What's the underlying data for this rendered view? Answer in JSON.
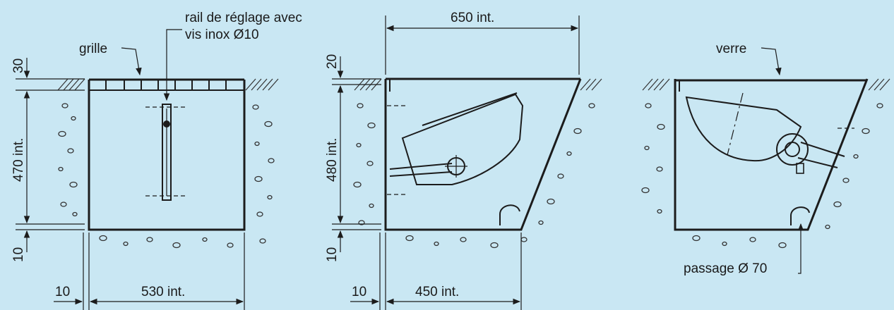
{
  "labels": {
    "grille": "grille",
    "rail_line1": "rail de réglage avec",
    "rail_line2": "vis inox Ø10",
    "verre": "verre",
    "passage": "passage Ø 70"
  },
  "dimensions": {
    "d_30": "30",
    "d_470": "470 int.",
    "d_10_left_v": "10",
    "d_10_left_h": "10",
    "d_530": "530 int.",
    "d_650": "650 int.",
    "d_20": "20",
    "d_480": "480 int.",
    "d_10_mid_v": "10",
    "d_10_mid_h": "10",
    "d_450": "450 int."
  }
}
